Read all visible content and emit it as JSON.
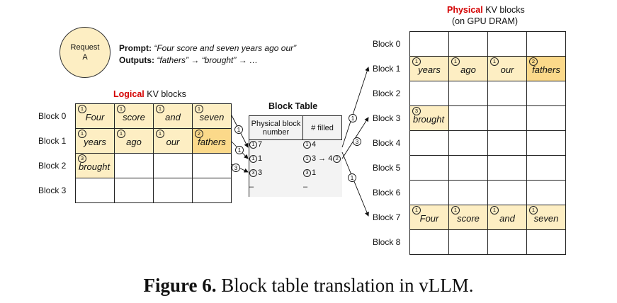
{
  "request": {
    "line1": "Request",
    "line2": "A"
  },
  "prompt": {
    "prompt_label": "Prompt:",
    "prompt_text": "“Four score and seven years ago our”",
    "outputs_label": "Outputs:",
    "outputs_text": "“fathers” → “brought” → …"
  },
  "logical": {
    "title_red": "Logical",
    "title_rest": " KV blocks",
    "rows": [
      {
        "label": "Block 0",
        "cells": [
          {
            "n": "1",
            "t": "Four"
          },
          {
            "n": "1",
            "t": "score"
          },
          {
            "n": "1",
            "t": "and"
          },
          {
            "n": "1",
            "t": "seven"
          }
        ]
      },
      {
        "label": "Block 1",
        "cells": [
          {
            "n": "1",
            "t": "years"
          },
          {
            "n": "1",
            "t": "ago"
          },
          {
            "n": "1",
            "t": "our"
          },
          {
            "n": "2",
            "t": "fathers",
            "hl": true
          }
        ]
      },
      {
        "label": "Block 2",
        "cells": [
          {
            "n": "3",
            "t": "brought"
          },
          {},
          {},
          {}
        ]
      },
      {
        "label": "Block 3",
        "cells": [
          {},
          {},
          {},
          {}
        ]
      }
    ]
  },
  "block_table": {
    "title": "Block Table",
    "col1": "Physical block number",
    "col2": "# filled",
    "rows": [
      {
        "step": "1",
        "num": "7",
        "fstep": "1",
        "filled": "4"
      },
      {
        "step": "1",
        "num": "1",
        "fstep": "1",
        "filled": "3 → 4",
        "fstep2": "2"
      },
      {
        "step": "3",
        "num": "3",
        "fstep": "3",
        "filled": "1"
      },
      {
        "num": "–",
        "filled": "–"
      }
    ]
  },
  "physical": {
    "title_red": "Physical",
    "title_rest": " KV blocks",
    "subtitle": "(on GPU DRAM)",
    "rows": [
      {
        "label": "Block 0",
        "cells": [
          {},
          {},
          {},
          {}
        ]
      },
      {
        "label": "Block 1",
        "cells": [
          {
            "n": "1",
            "t": "years"
          },
          {
            "n": "1",
            "t": "ago"
          },
          {
            "n": "1",
            "t": "our"
          },
          {
            "n": "2",
            "t": "fathers",
            "hl": true
          }
        ]
      },
      {
        "label": "Block 2",
        "cells": [
          {},
          {},
          {},
          {}
        ]
      },
      {
        "label": "Block 3",
        "cells": [
          {
            "n": "3",
            "t": "brought"
          },
          {},
          {},
          {}
        ]
      },
      {
        "label": "Block 4",
        "cells": [
          {},
          {},
          {},
          {}
        ]
      },
      {
        "label": "Block 5",
        "cells": [
          {},
          {},
          {},
          {}
        ]
      },
      {
        "label": "Block 6",
        "cells": [
          {},
          {},
          {},
          {}
        ]
      },
      {
        "label": "Block 7",
        "cells": [
          {
            "n": "1",
            "t": "Four"
          },
          {
            "n": "1",
            "t": "score"
          },
          {
            "n": "1",
            "t": "and"
          },
          {
            "n": "1",
            "t": "seven"
          }
        ]
      },
      {
        "label": "Block 8",
        "cells": [
          {},
          {},
          {},
          {}
        ]
      }
    ]
  },
  "arrow_labels": [
    "1",
    "1",
    "3",
    "1",
    "3",
    "1"
  ],
  "caption": {
    "bold": "Figure 6.",
    "rest": " Block table translation in vLLM."
  }
}
